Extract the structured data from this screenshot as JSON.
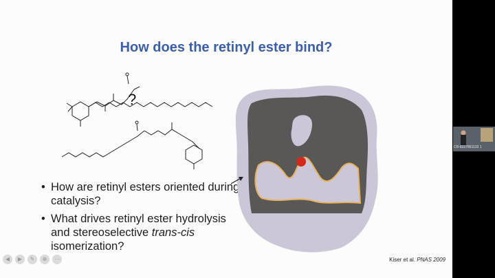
{
  "slide": {
    "title": "How does the retinyl ester bind?",
    "question_mark": "?",
    "bullets": [
      {
        "marker": "•",
        "text_before": "How are retinyl esters oriented during catalysis?",
        "italic": "",
        "text_after": ""
      },
      {
        "marker": "•",
        "text_before": "What drives retinyl ester hydrolysis and stereoselective ",
        "italic": "trans-cis",
        "text_after": " isomerization?"
      }
    ],
    "citation_prefix": "Kiser et al. ",
    "citation_journal": "PNAS 2009"
  },
  "video": {
    "label": "CR-8337851133 1"
  },
  "colors": {
    "title": "#3b5fa8",
    "protein_surface": "#5a5857",
    "protein_outline": "#cac6d6",
    "ligand_outline": "#e8b25a",
    "active_site": "#d22a1a"
  },
  "controls": [
    "prev-icon",
    "play-icon",
    "pen-icon",
    "zoom-icon",
    "more-icon"
  ]
}
